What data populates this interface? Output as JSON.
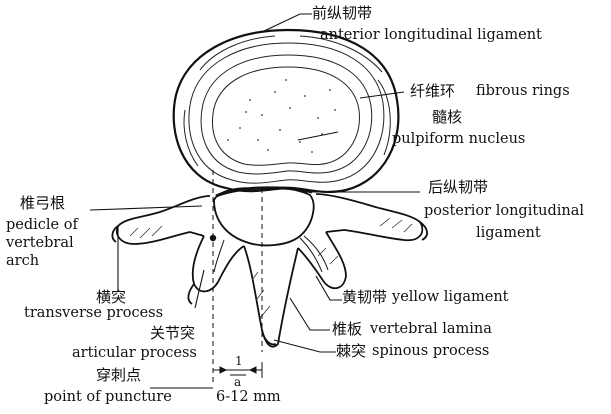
{
  "labels": {
    "anterior_longitudinal_ligament": {
      "zh": "前纵韧带",
      "en": "anterior longitudinal ligament"
    },
    "fibrous_rings": {
      "zh": "纤维环",
      "en": "fibrous rings"
    },
    "pulpiform_nucleus": {
      "zh": "髓核",
      "en": "pulpiform nucleus"
    },
    "posterior_longitudinal_ligament": {
      "zh": "后纵韧带",
      "en1": "posterior longitudinal",
      "en2": "ligament"
    },
    "pedicle_of_vertebral_arch": {
      "zh": "椎弓根",
      "en1": "pedicle of",
      "en2": "vertebral",
      "en3": "arch"
    },
    "transverse_process": {
      "zh": "横突",
      "en": "transverse process"
    },
    "yellow_ligament": {
      "zh": "黄韧带",
      "en": "yellow ligament"
    },
    "articular_process": {
      "zh": "关节突",
      "en": "articular process"
    },
    "vertebral_lamina": {
      "zh": "椎板",
      "en": "vertebral lamina"
    },
    "spinous_process": {
      "zh": "棘突",
      "en": "spinous process"
    },
    "point_of_puncture": {
      "zh": "穿刺点",
      "en": "point of puncture"
    }
  },
  "dimension": {
    "fraction_top": "1",
    "fraction_bottom": "a",
    "range": "6-12 mm"
  }
}
